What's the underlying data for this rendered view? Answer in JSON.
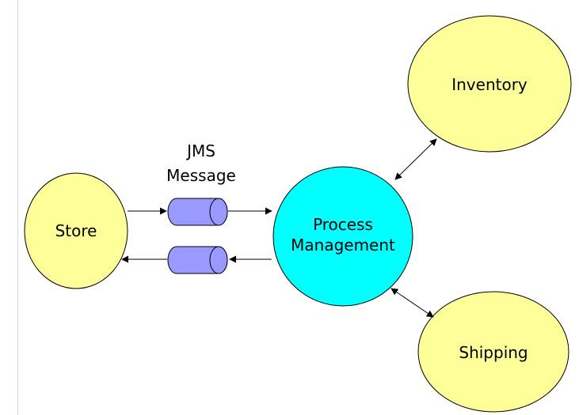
{
  "nodes": {
    "store": "Store",
    "process_line1": "Process",
    "process_line2": "Management",
    "inventory": "Inventory",
    "shipping": "Shipping"
  },
  "channel": {
    "label_line1": "JMS",
    "label_line2": "Message"
  },
  "colors": {
    "peer_fill": "#ffff99",
    "hub_fill": "#00ffff",
    "queue_fill": "#9999ff",
    "stroke": "#000000"
  }
}
